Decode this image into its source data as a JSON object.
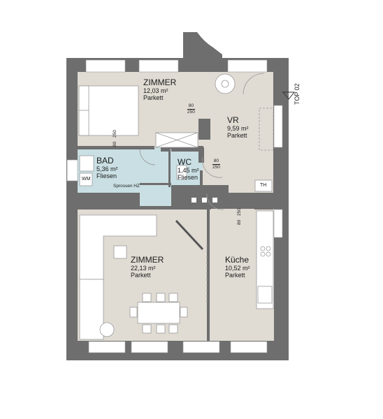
{
  "unit_label": "TOP 02",
  "rooms": [
    {
      "name": "ZIMMER",
      "area": "12,03 m²",
      "floor": "Parkett"
    },
    {
      "name": "VR",
      "area": "9,59 m²",
      "floor": "Parkett"
    },
    {
      "name": "BAD",
      "area": "5,36 m²",
      "floor": "Fliesen"
    },
    {
      "name": "WC",
      "area": "1,45 m²",
      "floor": "Fliesen"
    },
    {
      "name": "ZIMMER",
      "area": "22,13 m²",
      "floor": "Parkett"
    },
    {
      "name": "Küche",
      "area": "10,52 m²",
      "floor": "Parkett"
    }
  ],
  "annotations": {
    "sprossen": "Sprossen HZ",
    "wm": "WM",
    "th": "TH"
  },
  "doors": [
    {
      "w": "80",
      "h": "250"
    },
    {
      "w": "80",
      "h": "250"
    },
    {
      "w": "80",
      "h": "250"
    },
    {
      "w": "80",
      "h": "250"
    }
  ],
  "colors": {
    "wall": "#6e6e6e",
    "floor": "#e0dbd3",
    "wet": "#c9dfe3",
    "white": "#ffffff"
  }
}
